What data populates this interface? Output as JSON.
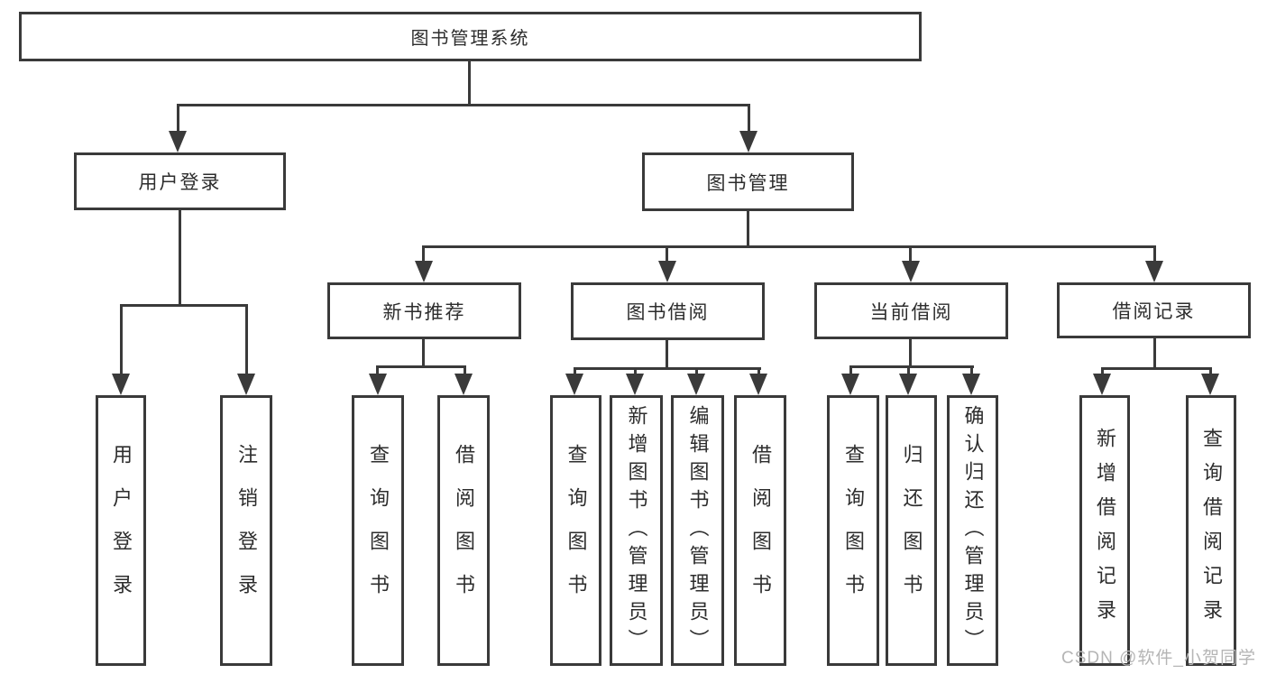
{
  "tree": {
    "root": "图书管理系统",
    "branches": [
      {
        "label": "用户登录",
        "leaves": [
          "用户登录",
          "注销登录"
        ]
      },
      {
        "label": "图书管理",
        "categories": [
          {
            "label": "新书推荐",
            "leaves": [
              "查询图书",
              "借阅图书"
            ]
          },
          {
            "label": "图书借阅",
            "leaves": [
              "查询图书",
              "新增图书（管理员）",
              "编辑图书（管理员）",
              "借阅图书"
            ]
          },
          {
            "label": "当前借阅",
            "leaves": [
              "查询图书",
              "归还图书",
              "确认归还（管理员）"
            ]
          },
          {
            "label": "借阅记录",
            "leaves": [
              "新增借阅记录",
              "查询借阅记录"
            ]
          }
        ]
      }
    ]
  },
  "watermark": {
    "text": "CSDN @软件_小贺同学"
  },
  "colors": {
    "line": "#3a3a3a",
    "text": "#2d2d2d",
    "watermark": "#b5b5b5",
    "background": "#ffffff"
  }
}
